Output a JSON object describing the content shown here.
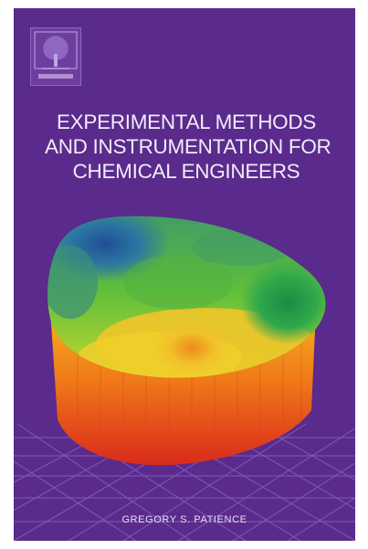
{
  "cover": {
    "title_lines": [
      "EXPERIMENTAL METHODS",
      "AND INSTRUMENTATION FOR",
      "CHEMICAL ENGINEERS"
    ],
    "author": "GREGORY S. PATIENCE",
    "logo_icon": "elsevier-tree-logo",
    "colors": {
      "background": "#5a2a8c",
      "title_text": "#f1ecf8",
      "surface_top_blue": "#2f5fa0",
      "surface_green": "#2fa84a",
      "surface_yellow": "#e8d82a",
      "surface_orange": "#f08a1c",
      "surface_red": "#e0281e"
    }
  }
}
